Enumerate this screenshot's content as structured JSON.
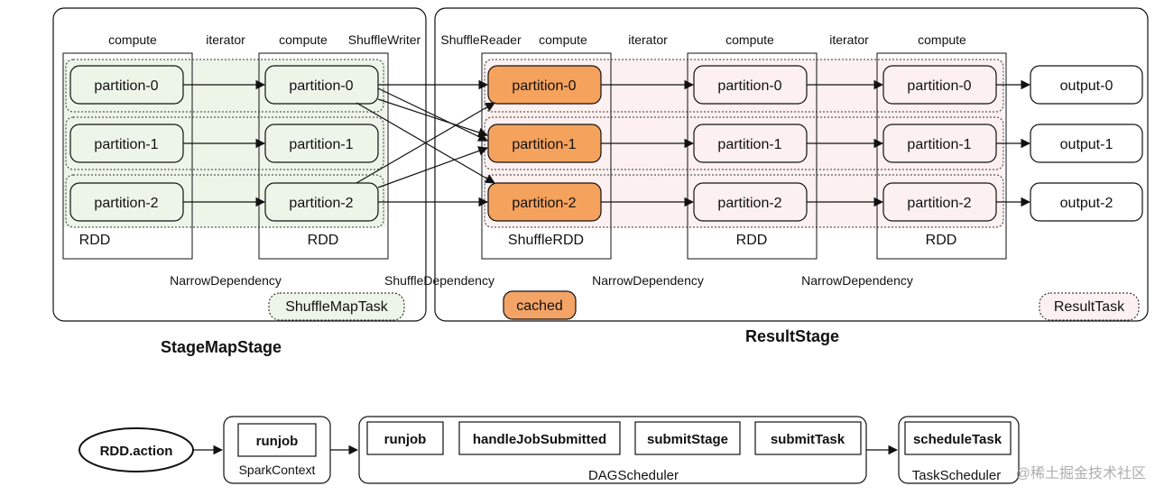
{
  "stage_map": {
    "title": "StageMapStage",
    "task_label": "ShuffleMapTask",
    "dependency_label": "NarrowDependency",
    "rdd1": {
      "label": "RDD",
      "header": "compute",
      "partitions": [
        "partition-0",
        "partition-1",
        "partition-2"
      ]
    },
    "rdd2": {
      "label": "RDD",
      "header_compute": "compute",
      "header_writer": "ShuffleWriter",
      "partitions": [
        "partition-0",
        "partition-1",
        "partition-2"
      ]
    },
    "iterator_label": "iterator"
  },
  "shuffle": {
    "dependency_label": "ShuffleDependency",
    "reader_label": "ShuffleReader"
  },
  "result": {
    "title": "ResultStage",
    "task_label": "ResultTask",
    "cached_label": "cached",
    "shuffle_rdd": {
      "label": "ShuffleRDD",
      "header": "compute",
      "partitions": [
        "partition-0",
        "partition-1",
        "partition-2"
      ]
    },
    "rdd_a": {
      "label": "RDD",
      "header": "compute",
      "partitions": [
        "partition-0",
        "partition-1",
        "partition-2"
      ]
    },
    "rdd_b": {
      "label": "RDD",
      "header": "compute",
      "partitions": [
        "partition-0",
        "partition-1",
        "partition-2"
      ]
    },
    "iterator_a": "iterator",
    "iterator_b": "iterator",
    "dependency_a": "NarrowDependency",
    "dependency_b": "NarrowDependency",
    "outputs": [
      "output-0",
      "output-1",
      "output-2"
    ]
  },
  "flow": {
    "action": "RDD.action",
    "spark_context": {
      "label": "SparkContext",
      "item": "runjob"
    },
    "dag_scheduler": {
      "label": "DAGScheduler",
      "items": [
        "runjob",
        "handleJobSubmitted",
        "submitStage",
        "submitTask"
      ]
    },
    "task_scheduler": {
      "label": "TaskScheduler",
      "item": "scheduleTask"
    }
  },
  "watermark": "@稀土掘金技术社区",
  "colors": {
    "green_fill": "#edf5e9",
    "pink_fill": "#fdf0f0",
    "orange": "#f5a25d",
    "cached_orange": "#f3a466"
  }
}
